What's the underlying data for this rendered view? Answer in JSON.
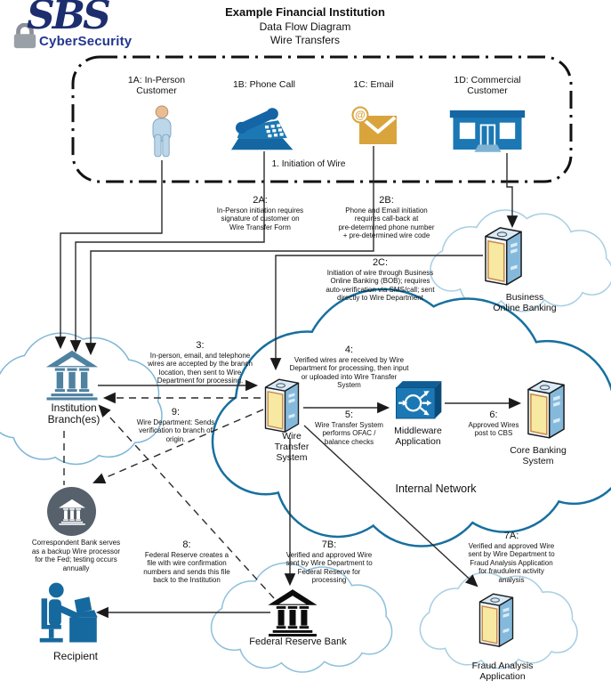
{
  "logo": {
    "word": "SBS",
    "subtitle": "CyberSecurity"
  },
  "title": {
    "line1": "Example Financial Institution",
    "line2": "Data Flow Diagram",
    "line3": "Wire Transfers"
  },
  "initiation_zone": {
    "label": "1. Initiation of Wire"
  },
  "nodes": {
    "in_person": {
      "label": "1A: In-Person\nCustomer"
    },
    "phone_call": {
      "label": "1B: Phone Call"
    },
    "email": {
      "label": "1C: Email"
    },
    "commercial": {
      "label": "1D: Commercial\nCustomer"
    },
    "bob": {
      "label": "Business\nOnline Banking"
    },
    "branch": {
      "label": "Institution\nBranch(es)"
    },
    "wts": {
      "label": "Wire\nTransfer\nSystem"
    },
    "middleware": {
      "label": "Middleware\nApplication"
    },
    "cbs": {
      "label": "Core Banking\nSystem"
    },
    "internal_network": {
      "label": "Internal Network"
    },
    "correspondent": {
      "label": "Correspondent Bank serves\nas a backup Wire processor\nfor the Fed; testing occurs\nannually"
    },
    "fed": {
      "label": "Federal Reserve Bank"
    },
    "fraud": {
      "label": "Fraud Analysis\nApplication"
    },
    "recipient": {
      "label": "Recipient"
    }
  },
  "annotations": {
    "a2a": {
      "heading": "2A:",
      "body": "In-Person initiation requires\nsignature of customer on\nWire Transfer Form"
    },
    "a2b": {
      "heading": "2B:",
      "body": "Phone and Email initiation\nrequires call-back at\npre-determined phone number\n+ pre-determined wire code"
    },
    "a2c": {
      "heading": "2C:",
      "body": "Initiation of wire through Business\nOnline Banking (BOB); requires\nauto-verification via SMS/call; sent\ndirectly to Wire Department"
    },
    "a3": {
      "heading": "3:",
      "body": "In-person, email, and telephone\nwires are accepted by the branch\nlocation, then sent to Wire\nDepartment for processing."
    },
    "a4": {
      "heading": "4:",
      "body": "Verified wires are received by Wire\nDepartment for processing, then input\nor uploaded into Wire Transfer\nSystem"
    },
    "a5": {
      "heading": "5:",
      "body": "Wire Transfer System\nperforms OFAC /\nbalance checks"
    },
    "a6": {
      "heading": "6:",
      "body": "Approved Wires\npost to CBS"
    },
    "a7a": {
      "heading": "7A:",
      "body": "Verified and approved Wire\nsent by Wire Department to\nFraud Analysis Application\nfor fraudulent activity\nanalysis"
    },
    "a7b": {
      "heading": "7B:",
      "body": "Verified and approved Wire\nsent by Wire Department to\nFederal Reserve for\nprocessing"
    },
    "a8": {
      "heading": "8:",
      "body": "Federal Reserve creates a\nfile with wire confirmation\nnumbers and sends this file\nback to the Institution"
    },
    "a9": {
      "heading": "9:",
      "body": "Wire Department: Sends\nverification to branch of\norigin."
    }
  },
  "icons": {
    "at_symbol": "@"
  },
  "colors": {
    "logo_navy": "#1d2e6e",
    "icon_blue": "#1b78b4",
    "icon_blue_dark": "#1467a2",
    "gold": "#d9a43b",
    "bank_steel_blue": "#4f81a0",
    "cloud_outline_light": "#a9cfe3",
    "cloud_outline_strong": "#17709f",
    "correspondent_gray": "#57616c",
    "server_panel_yellow": "#f8e9a2",
    "line_dark": "#2b2b2b"
  }
}
